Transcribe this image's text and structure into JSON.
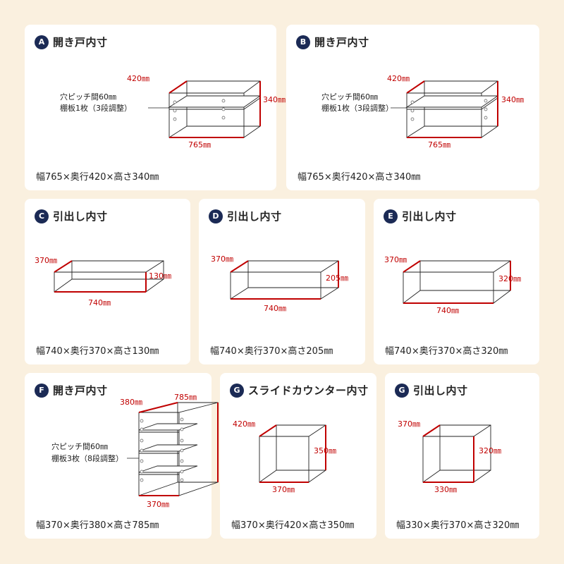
{
  "cards": [
    {
      "letter": "A",
      "title": "開き戸内寸",
      "dims": "幅765×奥行420×高さ340㎜",
      "d": "420㎜",
      "h": "340㎜",
      "w": "765㎜",
      "note1": "穴ピッチ間60㎜",
      "note2": "棚板1枚（3段調整）"
    },
    {
      "letter": "B",
      "title": "開き戸内寸",
      "dims": "幅765×奥行420×高さ340㎜",
      "d": "420㎜",
      "h": "340㎜",
      "w": "765㎜",
      "note1": "穴ピッチ間60㎜",
      "note2": "棚板1枚（3段調整）"
    },
    {
      "letter": "C",
      "title": "引出し内寸",
      "dims": "幅740×奥行370×高さ130㎜",
      "d": "370㎜",
      "h": "130㎜",
      "w": "740㎜"
    },
    {
      "letter": "D",
      "title": "引出し内寸",
      "dims": "幅740×奥行370×高さ205㎜",
      "d": "370㎜",
      "h": "205㎜",
      "w": "740㎜"
    },
    {
      "letter": "E",
      "title": "引出し内寸",
      "dims": "幅740×奥行370×高さ320㎜",
      "d": "370㎜",
      "h": "320㎜",
      "w": "740㎜"
    },
    {
      "letter": "F",
      "title": "開き戸内寸",
      "dims": "幅370×奥行380×高さ785㎜",
      "d": "380㎜",
      "h": "785㎜",
      "w": "370㎜",
      "note1": "穴ピッチ間60㎜",
      "note2": "棚板3枚（8段調整）"
    },
    {
      "letter": "G",
      "title": "スライドカウンター内寸",
      "dims": "幅370×奥行420×高さ350㎜",
      "d": "420㎜",
      "h": "350㎜",
      "w": "370㎜"
    },
    {
      "letter": "G",
      "title": "引出し内寸",
      "dims": "幅330×奥行370×高さ320㎜",
      "d": "370㎜",
      "h": "320㎜",
      "w": "330㎜"
    }
  ]
}
